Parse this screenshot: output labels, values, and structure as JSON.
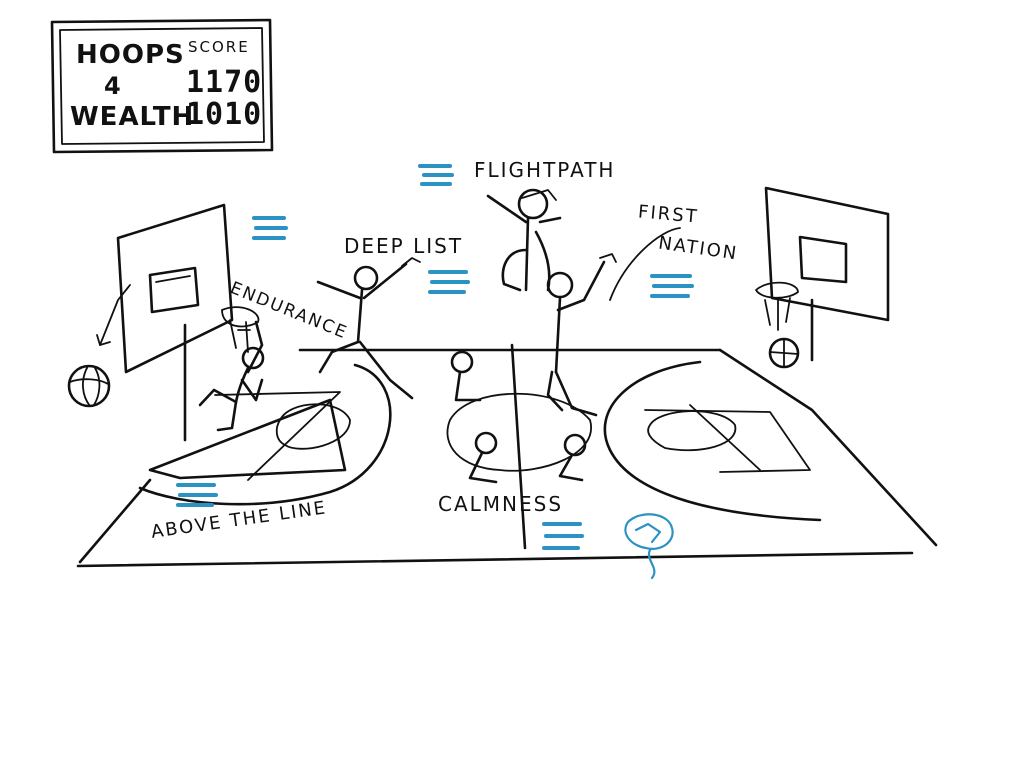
{
  "scoreboard": {
    "title_line1": "HOOPS",
    "title_line2": "4",
    "title_line3": "WEALTH",
    "score_label": "SCORE",
    "score_top": "1170",
    "score_bottom": "1010"
  },
  "labels": {
    "flightpath": "FLIGHTPATH",
    "deep_list": "DEEP LIST",
    "endurance": "ENDURANCE",
    "first_nation_1": "FIRST",
    "first_nation_2": "NATION",
    "calmness": "CALMNESS",
    "above_the_line": "ABOVE THE LINE"
  },
  "colors": {
    "ink": "#111111",
    "accent": "#2a93c4",
    "paper": "#ffffff"
  },
  "icons": [
    "basketball-icon",
    "basketball-hoop-icon",
    "brain-icon",
    "stick-figure-icon"
  ]
}
